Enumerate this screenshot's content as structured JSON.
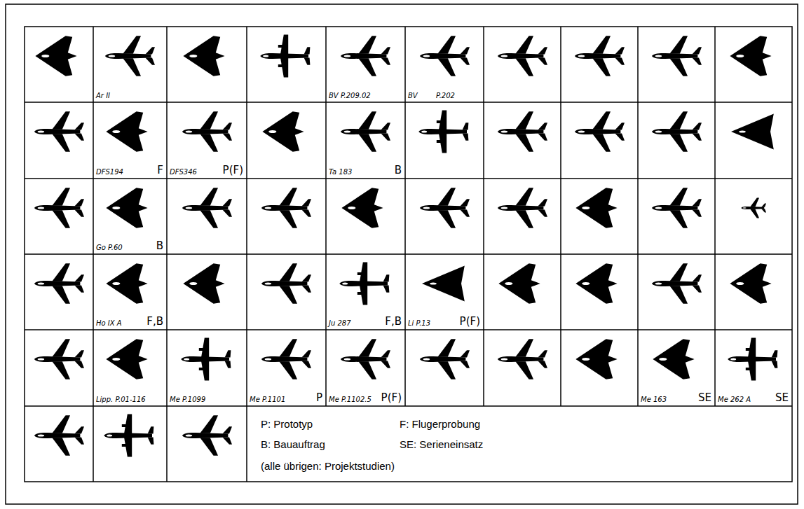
{
  "diagram": {
    "labels": [
      "Ar II",
      "BV P.209.02",
      "BV",
      "P.202",
      "DFS194",
      "F",
      "DFS346",
      "P(F)",
      "Ta 183",
      "B",
      "Go P.60",
      "B",
      "Ho IX A",
      "F,B",
      "Ju 287",
      "F,B",
      "Li P.13",
      "P(F)",
      "Lipp. P.01-116",
      "Me P.1099",
      "Me P.1101",
      "P",
      "Me P.1102.5",
      "P(F)",
      "Me 163",
      "SE",
      "Me 262 A",
      "SE",
      "P: Prototyp",
      "F: Flugerprobung",
      "B: Bauauftrag",
      "SE: Serieneinsatz",
      "(alle übrigen: Projektstudien)"
    ]
  }
}
